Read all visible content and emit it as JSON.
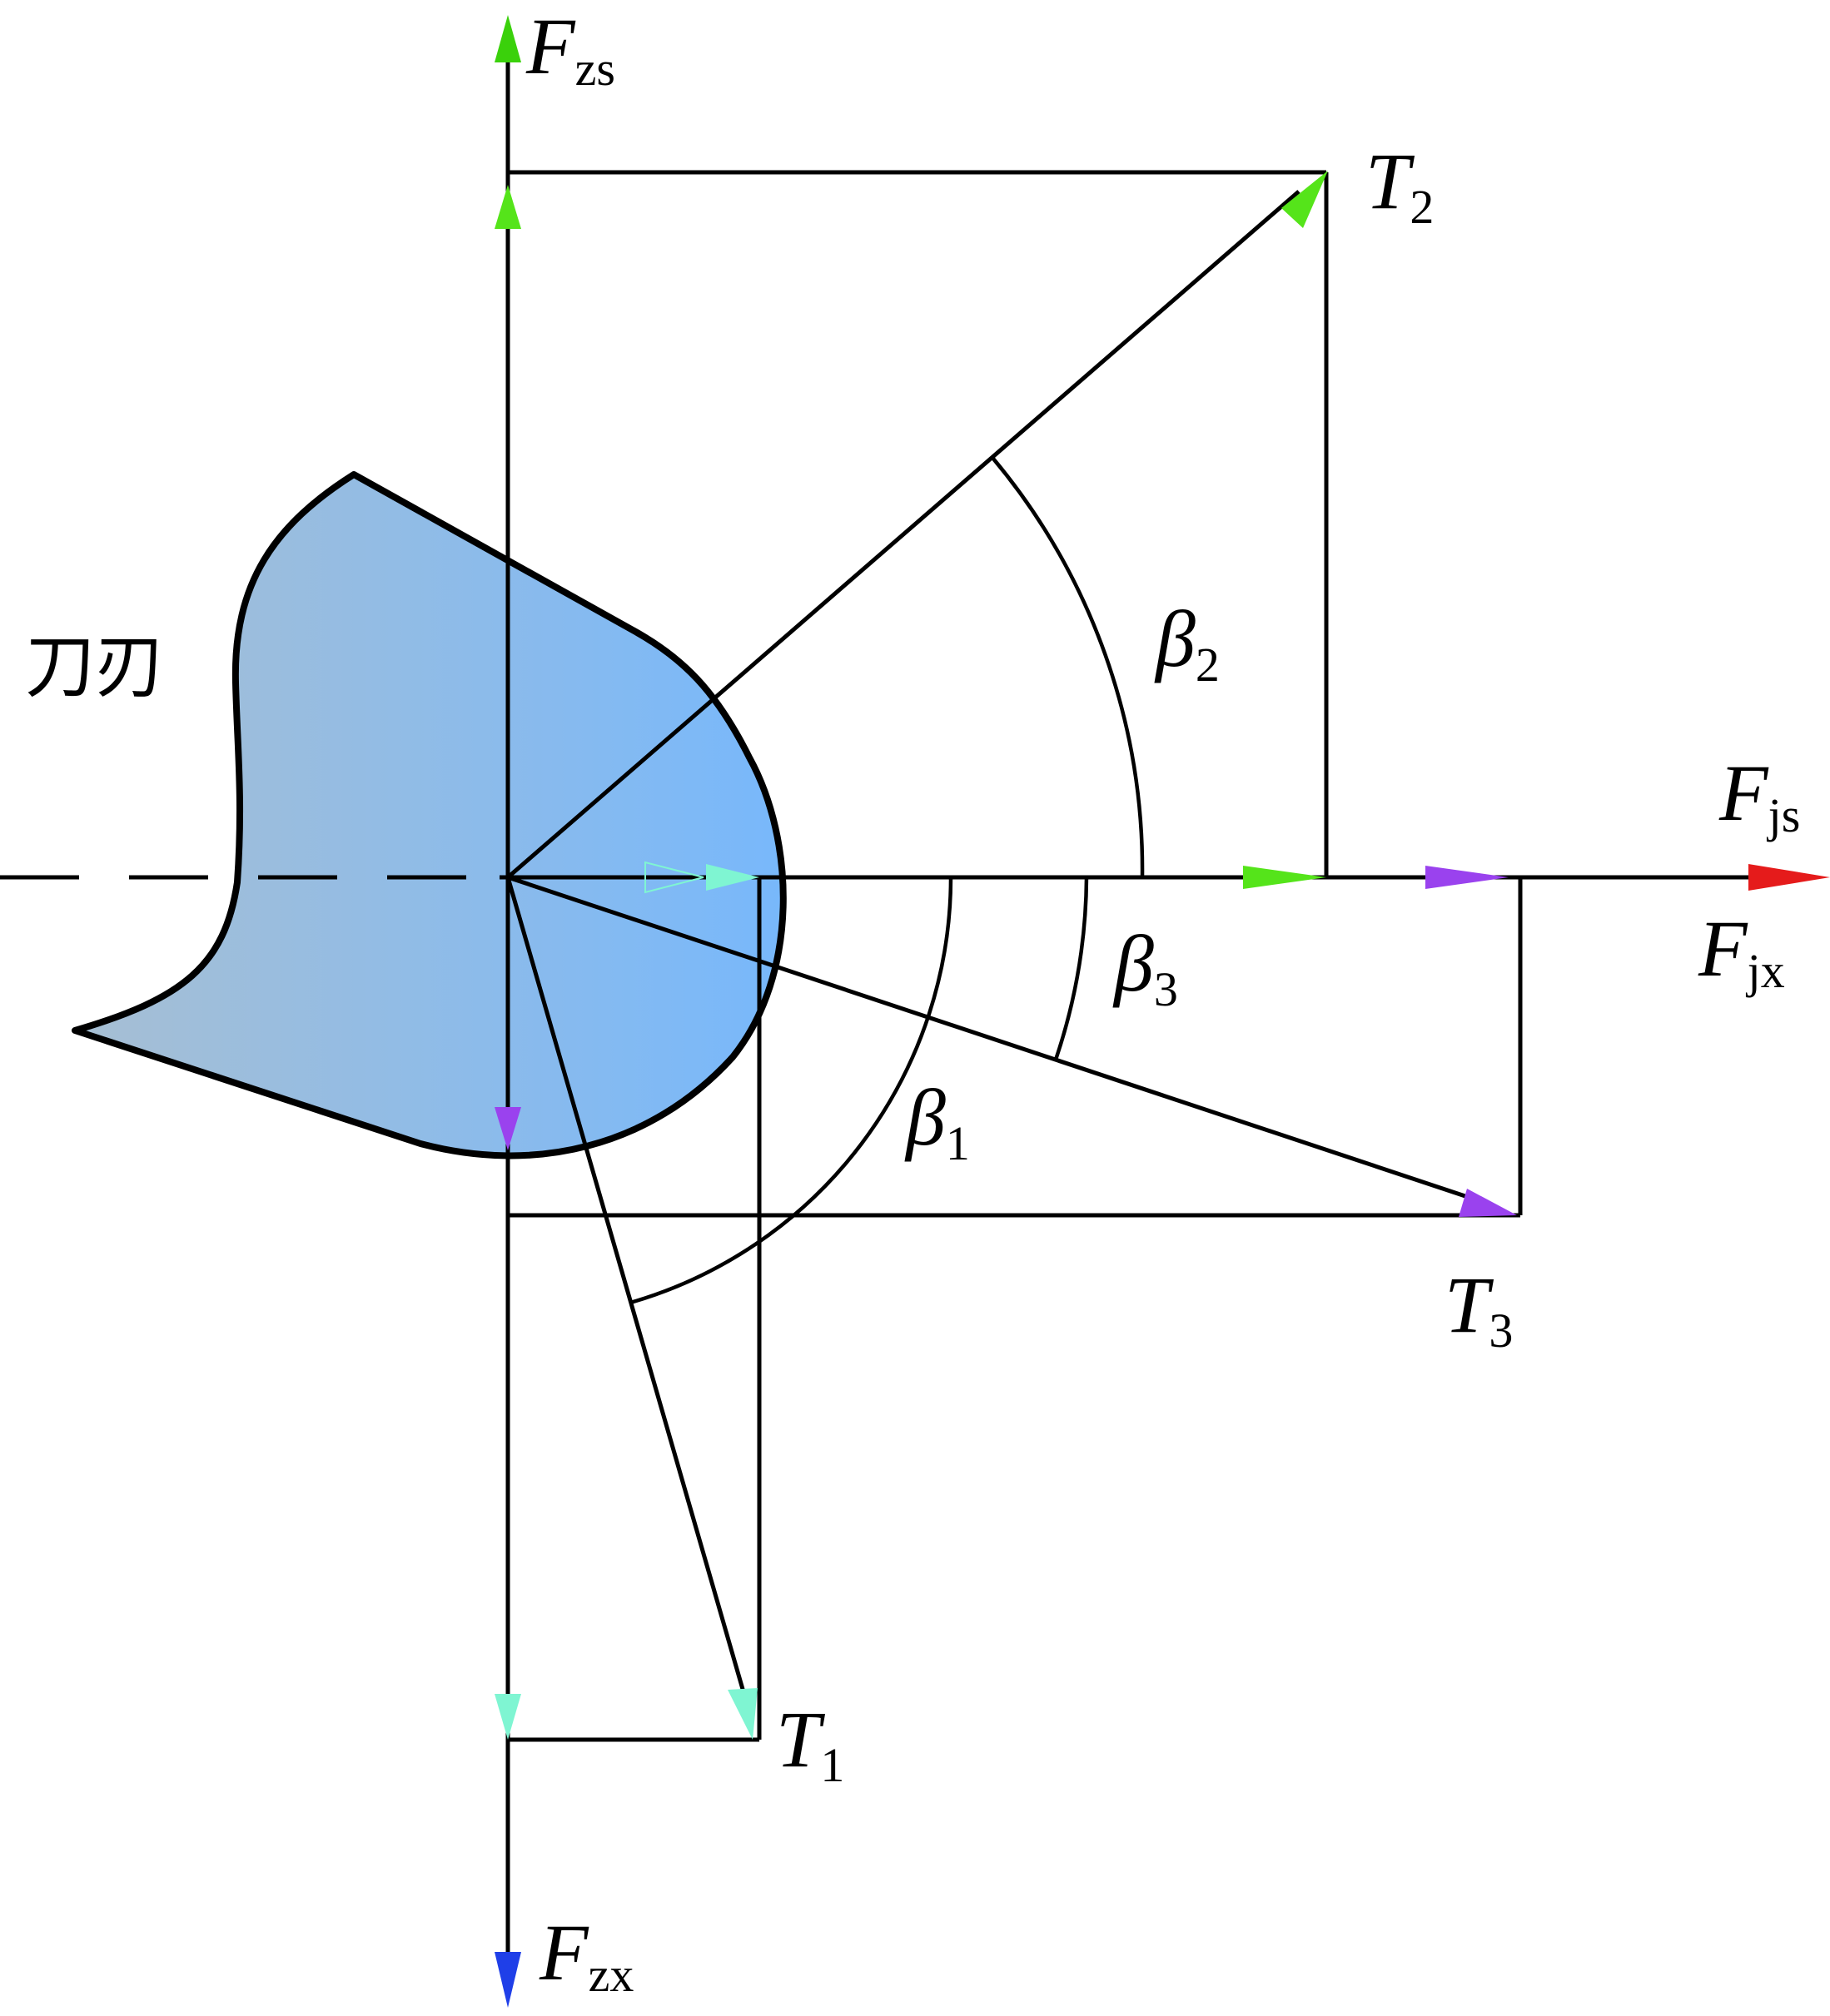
{
  "blade_label": "刀刃",
  "labels": {
    "Fzs": {
      "main": "F",
      "sub": "zs"
    },
    "Fzx": {
      "main": "F",
      "sub": "zx"
    },
    "Fjs": {
      "main": "F",
      "sub": "js"
    },
    "Fjx": {
      "main": "F",
      "sub": "jx"
    },
    "T1": {
      "main": "T",
      "sub": "1"
    },
    "T2": {
      "main": "T",
      "sub": "2"
    },
    "T3": {
      "main": "T",
      "sub": "3"
    },
    "beta1": {
      "main": "β",
      "sub": "1"
    },
    "beta2": {
      "main": "β",
      "sub": "2"
    },
    "beta3": {
      "main": "β",
      "sub": "3"
    }
  },
  "colors": {
    "Fzs": "#3ad10b",
    "Fzx": "#1f3fe8",
    "Fjs": "#e51b1b",
    "T1": "#7ff5d2",
    "T2": "#55e41a",
    "T3": "#9a42ee",
    "blade_light": "#a7bfd3",
    "blade_dark": "#78b8fb"
  }
}
